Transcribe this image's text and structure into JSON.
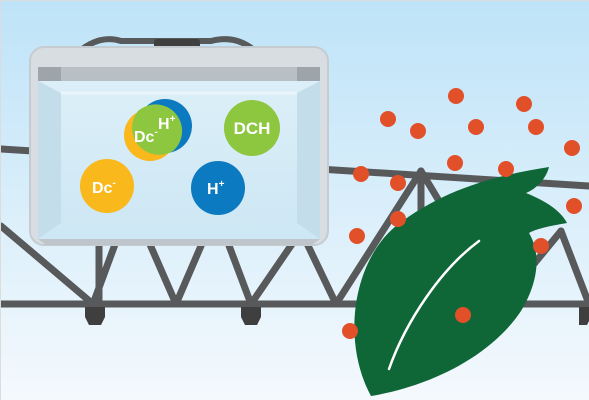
{
  "illustration": {
    "tank": {
      "particles": [
        {
          "id": "dc-1",
          "label": "Dc",
          "charge": "-",
          "color": "#F9B81C"
        },
        {
          "id": "h-1",
          "label": "H",
          "charge": "+",
          "color": "#0C7AC0"
        },
        {
          "id": "dch-1",
          "label": "DCH",
          "charge": "",
          "color": "#8DC63F"
        },
        {
          "id": "dc-2",
          "label": "Dc",
          "charge": "-",
          "color": "#F9B81C"
        },
        {
          "id": "h-2",
          "label": "H",
          "charge": "+",
          "color": "#0C7AC0"
        }
      ]
    },
    "colors": {
      "sky_top": "#BEE3F8",
      "sky_bottom": "#F2F8FD",
      "boom": "#58595B",
      "tank_body": "#CFD6DB",
      "tank_liquid": "#D5ECF7",
      "leaf": "#0F6637",
      "spray_droplet": "#E2502A",
      "dch_green": "#8DC63F"
    },
    "icons": {
      "tank": "spray-tank-icon",
      "leaf": "leaf-icon",
      "nozzle": "nozzle-icon",
      "droplet": "droplet-icon"
    }
  }
}
